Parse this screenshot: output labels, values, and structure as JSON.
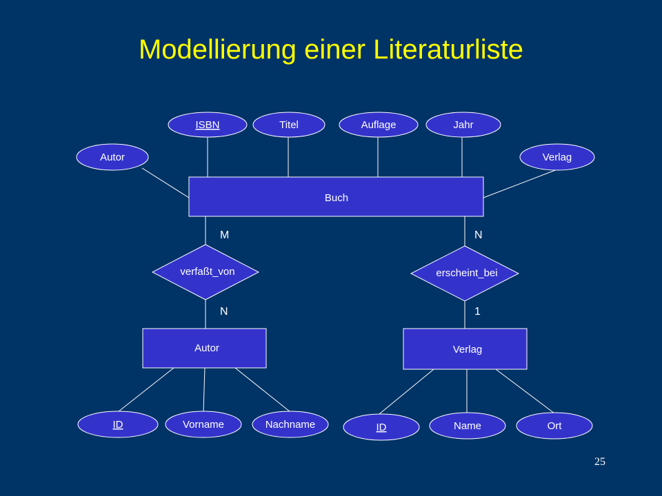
{
  "slide": {
    "title": "Modellierung einer Literaturliste",
    "page_number": "25"
  },
  "colors": {
    "background": "#003366",
    "title": "#ffff00",
    "shape_fill": "#3333cc",
    "line": "#ffffff"
  },
  "entities": {
    "buch": "Buch",
    "autor": "Autor",
    "verlag": "Verlag"
  },
  "relationships": {
    "verfasst_von": "verfaßt_von",
    "erscheint_bei": "erscheint_bei"
  },
  "attributes": {
    "buch_autor": "Autor",
    "isbn": "ISBN",
    "titel": "Titel",
    "auflage": "Auflage",
    "jahr": "Jahr",
    "buch_verlag": "Verlag",
    "autor_id": "ID",
    "vorname": "Vorname",
    "nachname": "Nachname",
    "verlag_id": "ID",
    "name": "Name",
    "ort": "Ort"
  },
  "cardinalities": {
    "buch_verfasst": "M",
    "autor_verfasst": "N",
    "buch_erscheint": "N",
    "verlag_erscheint": "1"
  }
}
